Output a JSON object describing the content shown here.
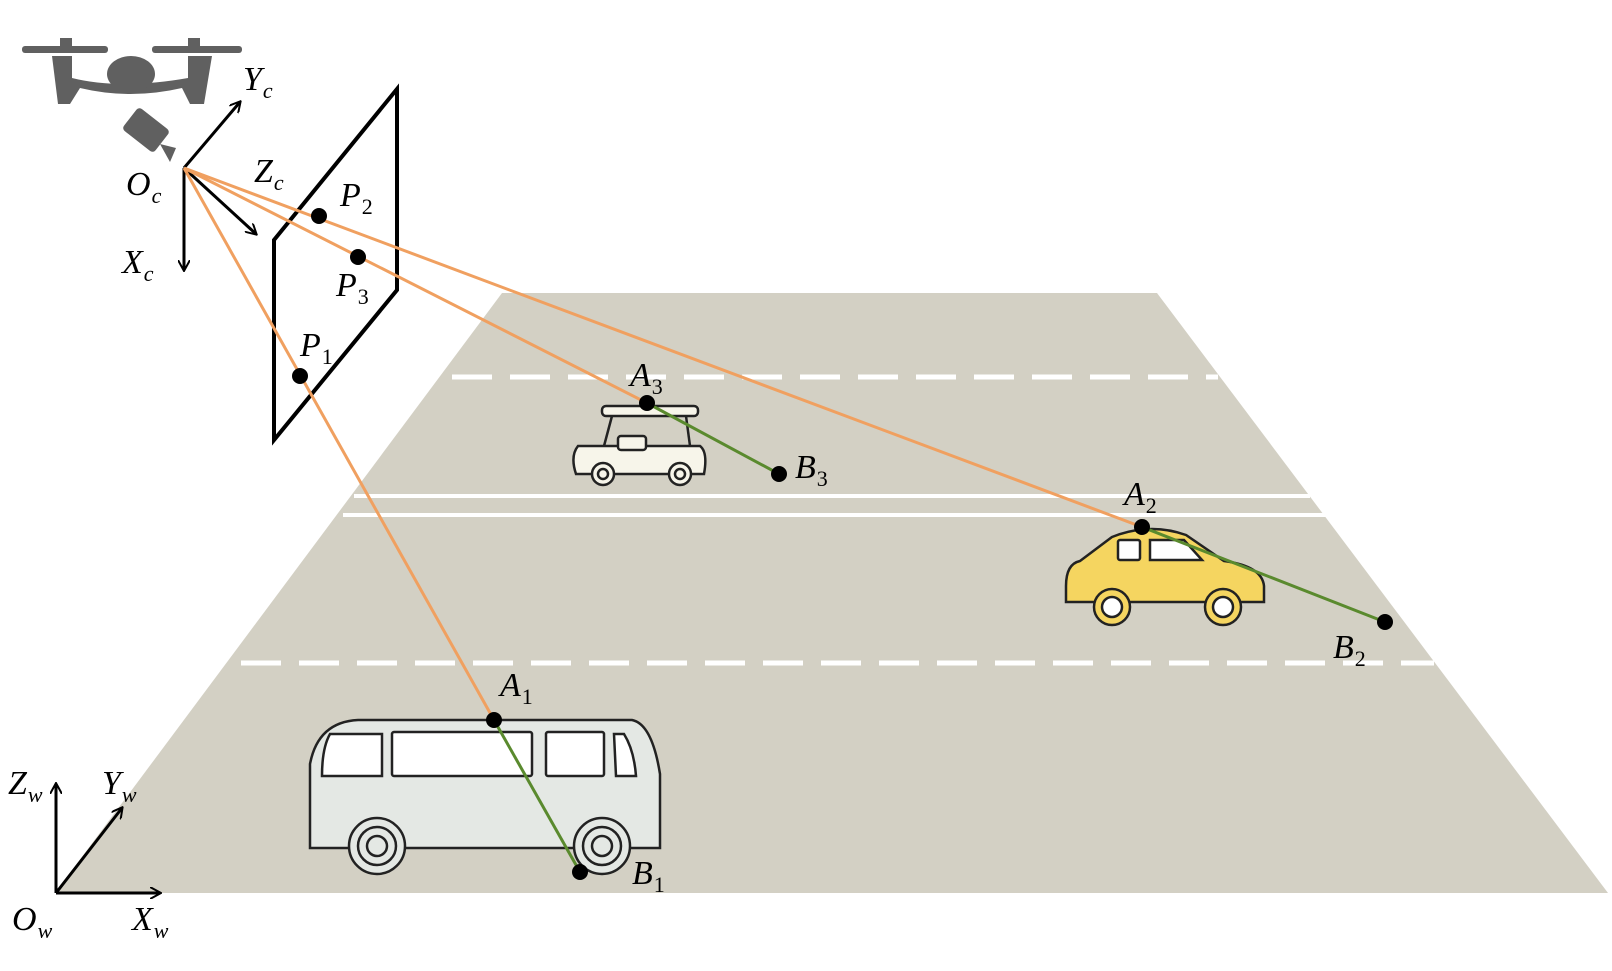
{
  "labels": {
    "camera_origin": {
      "main": "O",
      "sub": "c"
    },
    "camera_x": {
      "main": "X",
      "sub": "c"
    },
    "camera_y": {
      "main": "Y",
      "sub": "c"
    },
    "camera_z": {
      "main": "Z",
      "sub": "c"
    },
    "world_origin": {
      "main": "O",
      "sub": "w"
    },
    "world_x": {
      "main": "X",
      "sub": "w"
    },
    "world_y": {
      "main": "Y",
      "sub": "w"
    },
    "world_z": {
      "main": "Z",
      "sub": "w"
    },
    "p1": {
      "main": "P",
      "sub": "1"
    },
    "p2": {
      "main": "P",
      "sub": "2"
    },
    "p3": {
      "main": "P",
      "sub": "3"
    },
    "a1": {
      "main": "A",
      "sub": "1"
    },
    "a2": {
      "main": "A",
      "sub": "2"
    },
    "a3": {
      "main": "A",
      "sub": "3"
    },
    "b1": {
      "main": "B",
      "sub": "1"
    },
    "b2": {
      "main": "B",
      "sub": "2"
    },
    "b3": {
      "main": "B",
      "sub": "3"
    }
  },
  "colors": {
    "road": "#d3d0c4",
    "lane_marking": "#ffffff",
    "ray": "#f0a060",
    "ground_line": "#5a8a2e",
    "drone": "#606060",
    "bus_body": "#e4e8e4",
    "car_body": "#f5d560",
    "cart_body": "#f7f5ea"
  },
  "icons": {
    "drone": "drone-icon",
    "camera": "camera-icon",
    "bus": "bus-icon",
    "car": "car-icon",
    "cart": "golf-cart-icon"
  }
}
